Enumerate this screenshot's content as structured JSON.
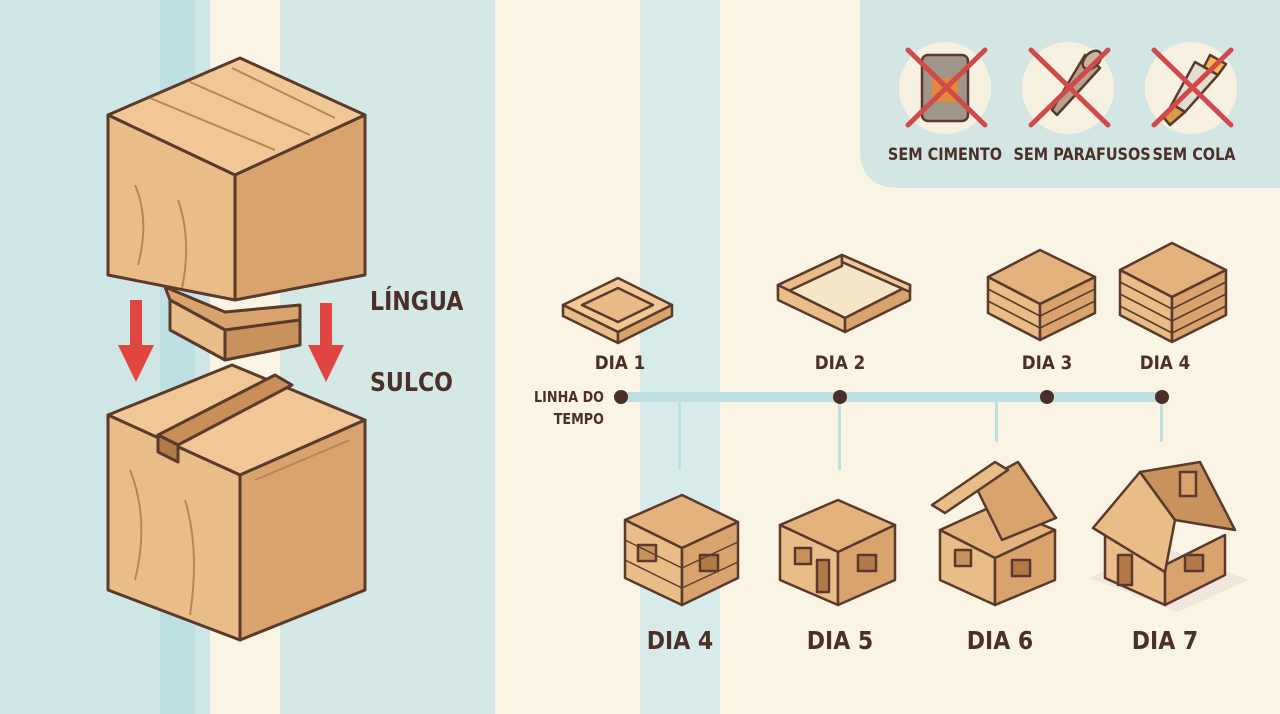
{
  "joint": {
    "tongue_label": "LÍNGUA",
    "groove_label": "SULCO"
  },
  "timeline": {
    "label_line1": "LINHA DO",
    "label_line2": "TEMPO",
    "top_days": [
      "DIA 1",
      "DIA 2",
      "DIA 3",
      "DIA 4"
    ],
    "bottom_days": [
      "DIA 4",
      "DIA 5",
      "DIA 6",
      "DIA 7"
    ]
  },
  "restrictions": [
    {
      "label": "SEM CIMENTO",
      "icon": "cement-bag-icon"
    },
    {
      "label": "SEM PARAFUSOS",
      "icon": "screw-icon"
    },
    {
      "label": "SEM COLA",
      "icon": "glue-tube-icon"
    }
  ],
  "colors": {
    "background": "#f9f4e3",
    "stripe": "#cfe6e6",
    "wood_top": "#f0c795",
    "wood_left": "#e9bd88",
    "wood_right": "#d9a36d",
    "outline": "#5a3a2c",
    "arrow": "#e0453f",
    "prohibited": "#d2494c",
    "timeline": "#bfe0e2"
  }
}
